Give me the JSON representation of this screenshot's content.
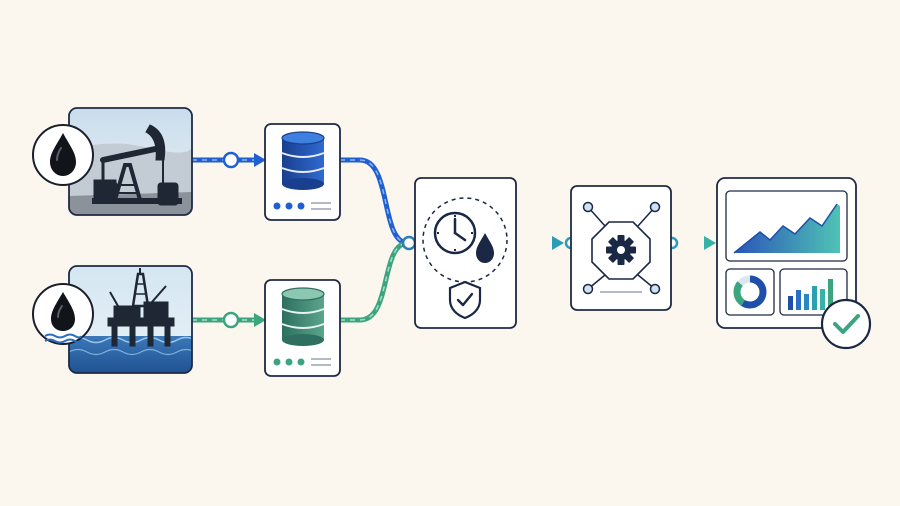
{
  "diagram": {
    "sources": [
      {
        "id": "onshore",
        "kind": "pumpjack",
        "icon": "oil-drop-icon"
      },
      {
        "id": "offshore",
        "kind": "offshore-platform",
        "icon": "oil-drop-on-water-icon"
      }
    ],
    "stores": [
      {
        "id": "db-blue",
        "icon": "database-icon",
        "color": "#1f4fa8"
      },
      {
        "id": "db-green",
        "icon": "database-icon",
        "color": "#3a8f78"
      }
    ],
    "process_icons": [
      "clock-icon",
      "oil-drop-icon",
      "shield-check-icon",
      "gear-icon",
      "dashboard-chart-icon",
      "check-circle-icon"
    ],
    "colors": {
      "background": "#fbf7ee",
      "card_border": "#1e2a44",
      "blue_flow": "#1f5fd0",
      "green_flow": "#3aa57e",
      "teal_flow": "#2a9bb8",
      "navy": "#1a2745"
    }
  }
}
